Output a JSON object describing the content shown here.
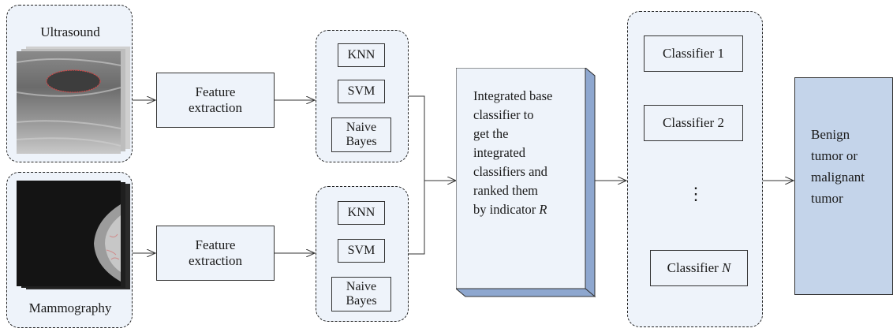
{
  "inputs": {
    "ultrasound": {
      "label": "Ultrasound"
    },
    "mammography": {
      "label": "Mammography"
    }
  },
  "feature": {
    "top": "Feature extraction",
    "bottom": "Feature extraction"
  },
  "base_top": {
    "knn": "KNN",
    "svm": "SVM",
    "nb_line1": "Naive",
    "nb_line2": "Bayes"
  },
  "base_bottom": {
    "knn": "KNN",
    "svm": "SVM",
    "nb_line1": "Naive",
    "nb_line2": "Bayes"
  },
  "integrated": {
    "lines": [
      "Integrated base",
      "classifier to",
      "get the",
      "integrated",
      "classifiers and",
      "ranked them",
      "by indicator"
    ],
    "indicator": "R"
  },
  "classifiers": {
    "c1": "Classifier 1",
    "c2": "Classifier 2",
    "ellipsis": "⋮",
    "cn_prefix": "Classifier",
    "cn_var": "N"
  },
  "output": {
    "lines": [
      "Benign",
      "tumor or",
      "malignant",
      "tumor"
    ]
  },
  "colors": {
    "box_fill": "#eef3fa",
    "output_fill": "#c4d4ea",
    "integrated_side": "#8ea7cf"
  }
}
